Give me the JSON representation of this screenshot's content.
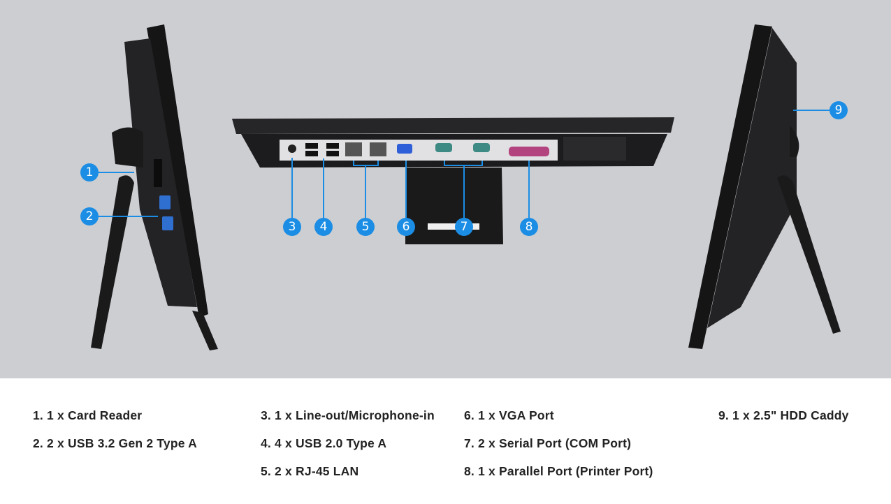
{
  "colors": {
    "background": "#cdced2",
    "callout": "#1b8de4",
    "device": "#1c1c1e",
    "text": "#222222"
  },
  "callouts": [
    "1",
    "2",
    "3",
    "4",
    "5",
    "6",
    "7",
    "8",
    "9"
  ],
  "specs": {
    "col1": [
      "1. 1 x Card Reader",
      "2. 2 x USB 3.2 Gen 2 Type A"
    ],
    "col2": [
      "3. 1 x Line-out/Microphone-in",
      "4. 4 x USB 2.0 Type A",
      "5. 2 x RJ-45 LAN"
    ],
    "col3": [
      "6. 1 x VGA Port",
      "7. 2 x Serial Port (COM Port)",
      "8. 1 x Parallel Port (Printer Port)"
    ],
    "col4": [
      "9. 1 x 2.5\" HDD Caddy"
    ]
  }
}
